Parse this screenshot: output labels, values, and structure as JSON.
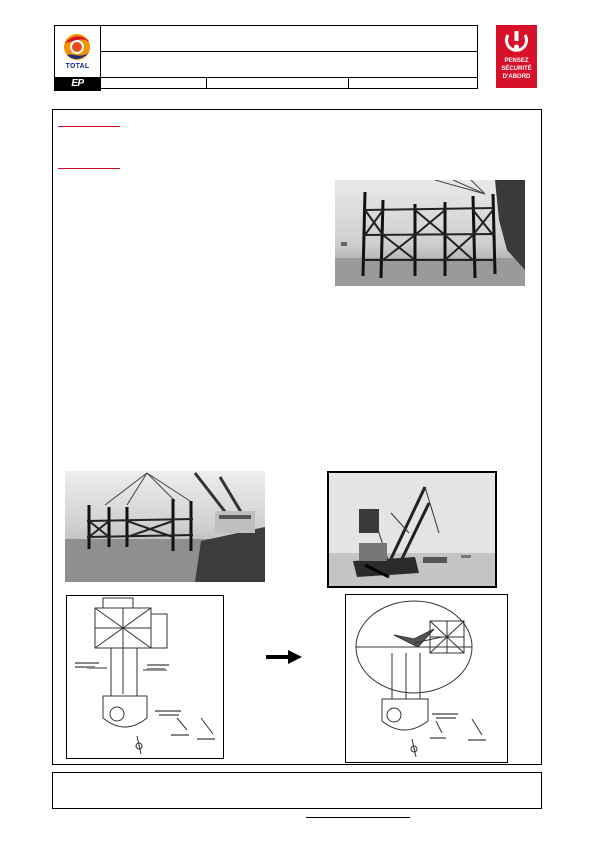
{
  "header": {
    "logo": {
      "brand_text": "TOTAL",
      "division_text": "EP"
    },
    "safety_badge": {
      "lines": [
        "PENSEZ",
        "SÉCURITÉ",
        "D'ABORD"
      ],
      "color": "#d8102a"
    }
  },
  "colors": {
    "accent_red": "#d8102a",
    "logo_blue": "#1a2b7a",
    "logo_orange": "#f39200"
  },
  "figures": {
    "arrow_icon": "right-arrow-icon"
  }
}
